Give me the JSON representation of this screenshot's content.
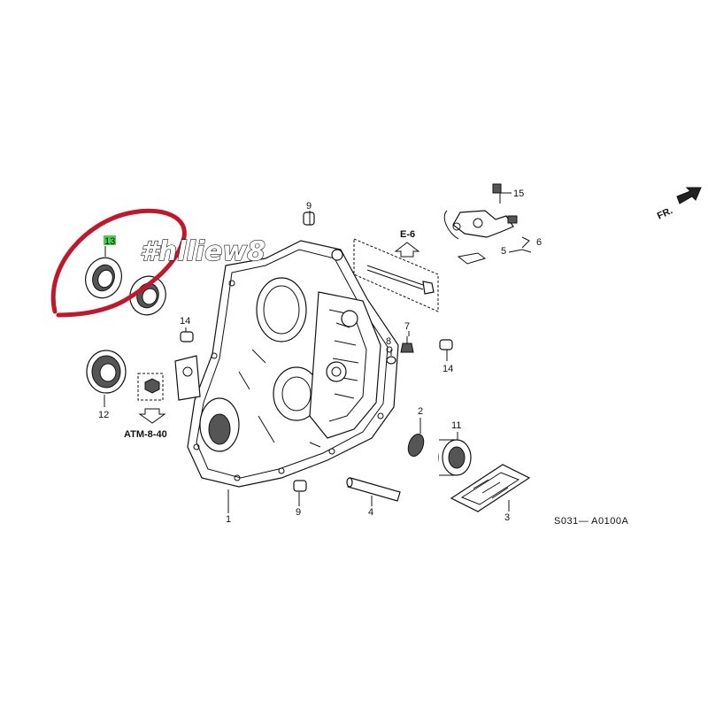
{
  "watermark": "#hlliew8",
  "highlight": {
    "part_number": "13",
    "ring_color": "#c0182a",
    "badge_color": "#4bd04b"
  },
  "parts": [
    {
      "id": "1",
      "label": "1"
    },
    {
      "id": "2",
      "label": "2"
    },
    {
      "id": "3",
      "label": "3"
    },
    {
      "id": "4",
      "label": "4"
    },
    {
      "id": "5",
      "label": "5"
    },
    {
      "id": "6",
      "label": "6"
    },
    {
      "id": "7",
      "label": "7"
    },
    {
      "id": "8",
      "label": "8"
    },
    {
      "id": "9a",
      "label": "9"
    },
    {
      "id": "9b",
      "label": "9"
    },
    {
      "id": "11",
      "label": "11"
    },
    {
      "id": "12",
      "label": "12"
    },
    {
      "id": "13",
      "label": "13"
    },
    {
      "id": "14a",
      "label": "14"
    },
    {
      "id": "14b",
      "label": "14"
    },
    {
      "id": "15",
      "label": "15"
    }
  ],
  "refs": {
    "e6": "E-6",
    "atm": "ATM-8-40"
  },
  "direction_label": "FR.",
  "diagram_code": "S031— A0100A"
}
